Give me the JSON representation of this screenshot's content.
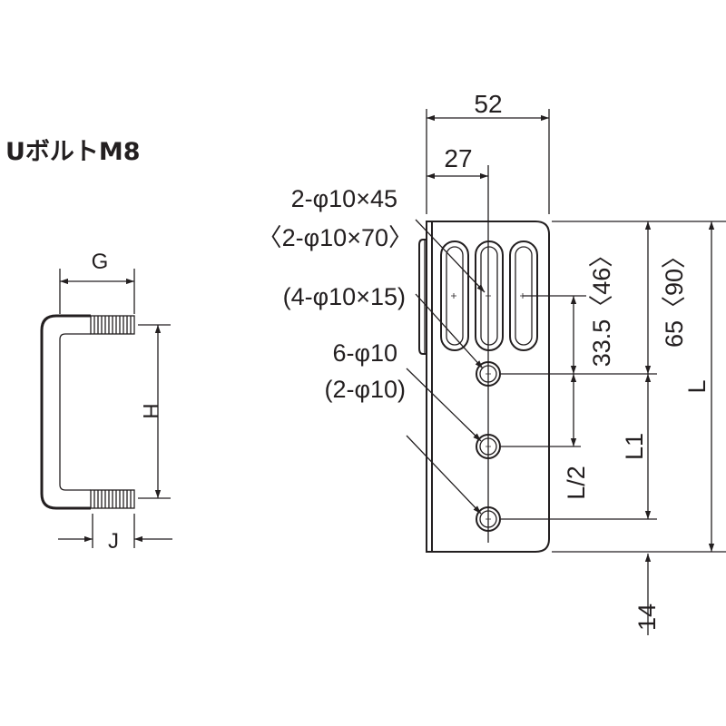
{
  "title": "UボルトM8",
  "ubolt": {
    "dim_g": "G",
    "dim_h": "H",
    "dim_j": "J"
  },
  "bracket": {
    "dim_52": "52",
    "dim_27": "27",
    "slot_label_1": "2-φ10×45",
    "slot_label_2": "〈2-φ10×70〉",
    "slot_label_3": "(4-φ10×15)",
    "hole_label_1": "6-φ10",
    "hole_label_2": "(2-φ10)",
    "dim_335": "33.5〈46〉",
    "dim_65": "65〈90〉",
    "dim_l": "L",
    "dim_l1": "L1",
    "dim_l2": "L/2",
    "dim_14": "14"
  }
}
